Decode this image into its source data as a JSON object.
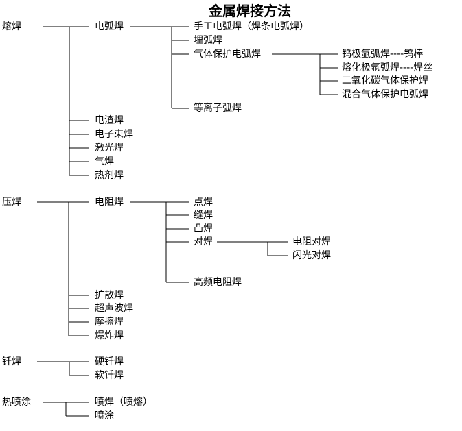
{
  "title": "金属焊接方法",
  "nodes": {
    "fusion": "熔焊",
    "arc": "电弧焊",
    "manual_arc": "手工电弧焊（焊条电弧焊）",
    "submerged_arc": "埋弧焊",
    "gas_shielded_arc": "气体保护电弧焊",
    "tig": "钨极氩弧焊----钨棒",
    "mig": "熔化极氩弧焊----焊丝",
    "co2": "二氧化碳气体保护焊",
    "mixed_gas": "混合气体保护电弧焊",
    "plasma_arc": "等离子弧焊",
    "electroslag": "电渣焊",
    "electron_beam": "电子束焊",
    "laser": "激光焊",
    "gas": "气焊",
    "thermite": "热剂焊",
    "pressure": "压焊",
    "resistance": "电阻焊",
    "spot": "点焊",
    "seam": "缝焊",
    "projection": "凸焊",
    "butt": "对焊",
    "resistance_butt": "电阻对焊",
    "flash_butt": "闪光对焊",
    "hf_resistance": "高频电阻焊",
    "diffusion": "扩散焊",
    "ultrasonic": "超声波焊",
    "friction": "摩擦焊",
    "explosive": "爆炸焊",
    "brazing": "钎焊",
    "hard_brazing": "硬钎焊",
    "soft_brazing": "软钎焊",
    "thermal_spray": "热喷涂",
    "spray_welding": "喷焊（喷熔）",
    "spray_coating": "喷涂"
  },
  "colors": {
    "line": "#000000",
    "text": "#000000",
    "background": "#ffffff"
  }
}
